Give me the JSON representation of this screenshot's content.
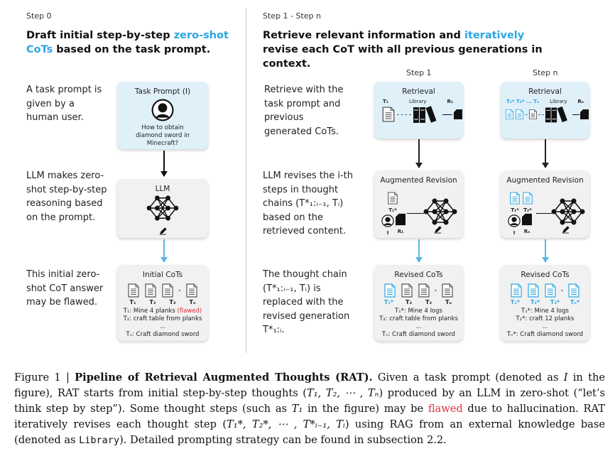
{
  "step0": {
    "label": "Step 0",
    "heading_a": "Draft initial step-by-step ",
    "heading_blue": "zero-shot CoTs",
    "heading_b": " based on the task prompt.",
    "desc1": "A task prompt is given by a human user.",
    "desc2": "LLM makes zero-shot step-by-step reasoning based on the prompt.",
    "desc3": "This initial zero-shot CoT answer may be flawed.",
    "task_box": {
      "title": "Task Prompt (I)",
      "question": "How to obtain diamond sword in Minecraft?"
    },
    "llm_box": {
      "title": "LLM"
    },
    "initial_box": {
      "title": "Initial CoTs",
      "labels": [
        "T₁",
        "T₂",
        "T₃",
        "Tₙ"
      ],
      "line1": "T₁: Mine 4 planks ",
      "line1_flag": "(flawed)",
      "line2": "T₂: craft table from planks",
      "ellipsis": "...",
      "line3": "Tₙ: Craft diamond sword"
    }
  },
  "stepn": {
    "label": "Step 1 - Step n",
    "heading_a": "Retrieve relevant information and ",
    "heading_blue": "iteratively",
    "heading_b": " revise each CoT with all previous generations in context.",
    "desc1": "Retrieve with the task prompt and previous generated CoTs.",
    "desc2": "LLM revises the i-th steps in thought chains (T*₁:ᵢ₋₁, Tᵢ) based on the retrieved content.",
    "desc3": "The thought chain (T*₁:ᵢ₋₁, Tᵢ) is replaced with the revised generation T*₁:ᵢ.",
    "col1": {
      "label": "Step 1",
      "retrieval": "Retrieval",
      "t": "T₁",
      "library": "Library",
      "r": "R₁",
      "aug": "Augmented Revision",
      "aug_t": "T₁*",
      "i": "I",
      "rn": "R₁",
      "revised": "Revised CoTs",
      "labels": [
        "T₁*",
        "T₂",
        "T₃",
        "Tₙ"
      ],
      "line1": "T₁*: Mine 4 logs",
      "line2": "T₂: craft table from planks",
      "ellipsis": "...",
      "line3": "Tₙ: Craft diamond sword"
    },
    "coln": {
      "label": "Step n",
      "retrieval": "Retrieval",
      "t": "T₁* T₂* ... Tₙ",
      "library": "Library",
      "r": "Rₙ",
      "aug": "Augmented Revision",
      "aug_t1": "T₁*",
      "aug_t2": "T₂*",
      "i": "I",
      "rn": "Rₙ",
      "revised": "Revised CoTs",
      "labels": [
        "T₁*",
        "T₂*",
        "T₃*",
        "Tₙ*"
      ],
      "line1": "T₁*: Mine 4 logs",
      "line2": "T₂*: craft 12 planks",
      "ellipsis": "...",
      "line3": "Tₙ*: Craft diamond sword"
    }
  },
  "caption": {
    "fig": "Figure 1 | ",
    "bold": "Pipeline of Retrieval Augmented Thoughts (RAT).",
    "s1": " Given a task prompt (denoted as ",
    "I": "I",
    "s2": " in the figure), RAT starts from initial step-by-step thoughts (",
    "m1": "T₁, T₂, ⋯ , Tₙ",
    "s3": ") produced by an LLM in zero-shot (“let’s think step by step”). Some thought steps (such as ",
    "m2": "T₁",
    "s4": " in the figure) may be ",
    "flawed": "flawed",
    "s5": " due to hallucination. RAT iteratively revises each thought step (",
    "m3": "T₁*, T₂*, ⋯ , T*ᵢ₋₁, Tᵢ",
    "s6": ") using RAG from an external knowledge base (denoted as ",
    "lib": "Library",
    "s7": "). Detailed prompting strategy can be found in subsection 2.2."
  },
  "colors": {
    "accent": "#2aa6e0",
    "flawed": "#e0303a",
    "prompt_box": "#dff0f9",
    "box": "#f1f1f1"
  }
}
